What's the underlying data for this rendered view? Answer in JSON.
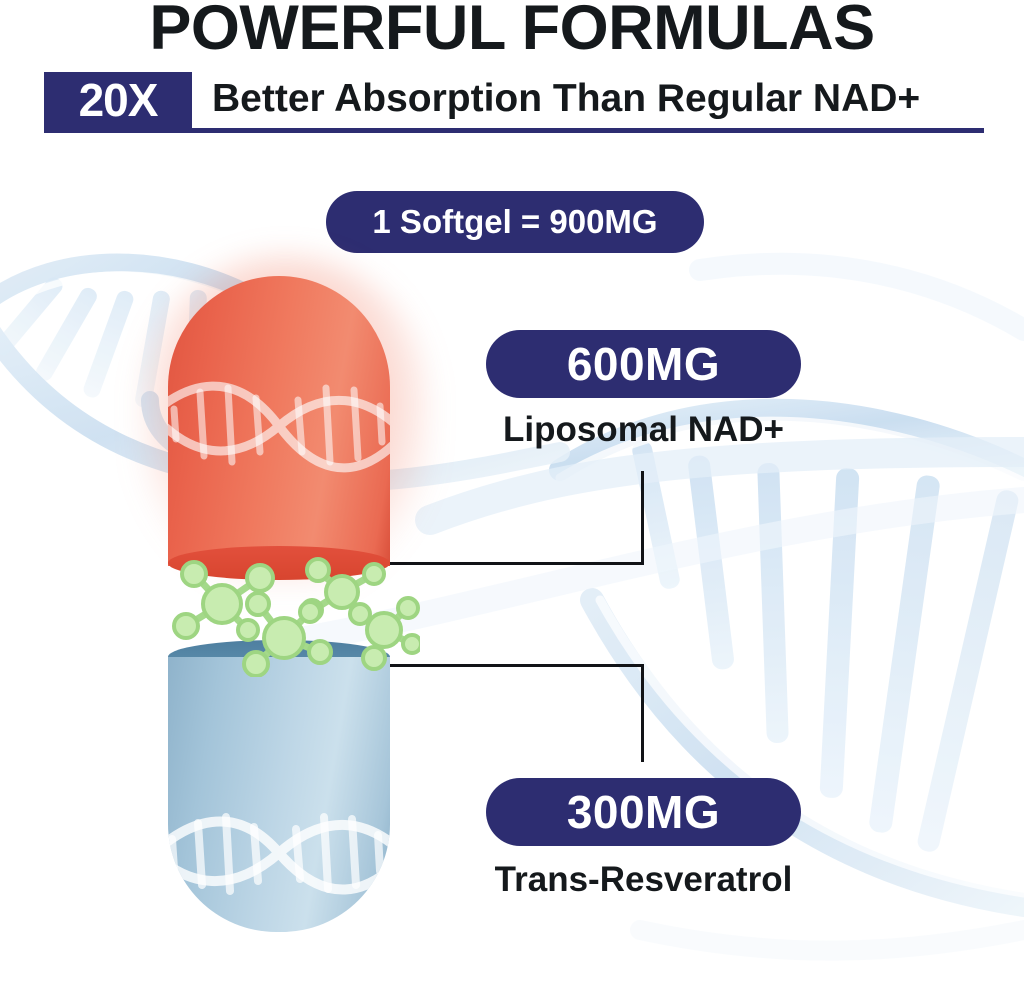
{
  "header": {
    "title": "POWERFUL FORMULAS",
    "multiplier_badge": "20X",
    "claim": "Better Absorption Than Regular NAD+"
  },
  "dosage_summary": {
    "label": "1 Softgel = 900MG"
  },
  "ingredients": [
    {
      "amount": "600MG",
      "name": "Liposomal NAD+",
      "capsule_half": "top",
      "capsule_color": "#ea6a52"
    },
    {
      "amount": "300MG",
      "name": "Trans-Resveratrol",
      "capsule_half": "bottom",
      "capsule_color": "#a8c8dc"
    }
  ],
  "colors": {
    "brand_navy": "#2d2d71",
    "text_dark": "#15191c",
    "capsule_orange": "#ea6a52",
    "capsule_blue": "#a8c8dc",
    "molecule_green": "#a8dd8a",
    "dna_blue": "#cfe2f2"
  },
  "graphics": {
    "background": "dna-double-helix",
    "capsule": "two-piece-capsule",
    "molecule_cluster": "green-molecule-cluster",
    "leader_lines": 2
  }
}
